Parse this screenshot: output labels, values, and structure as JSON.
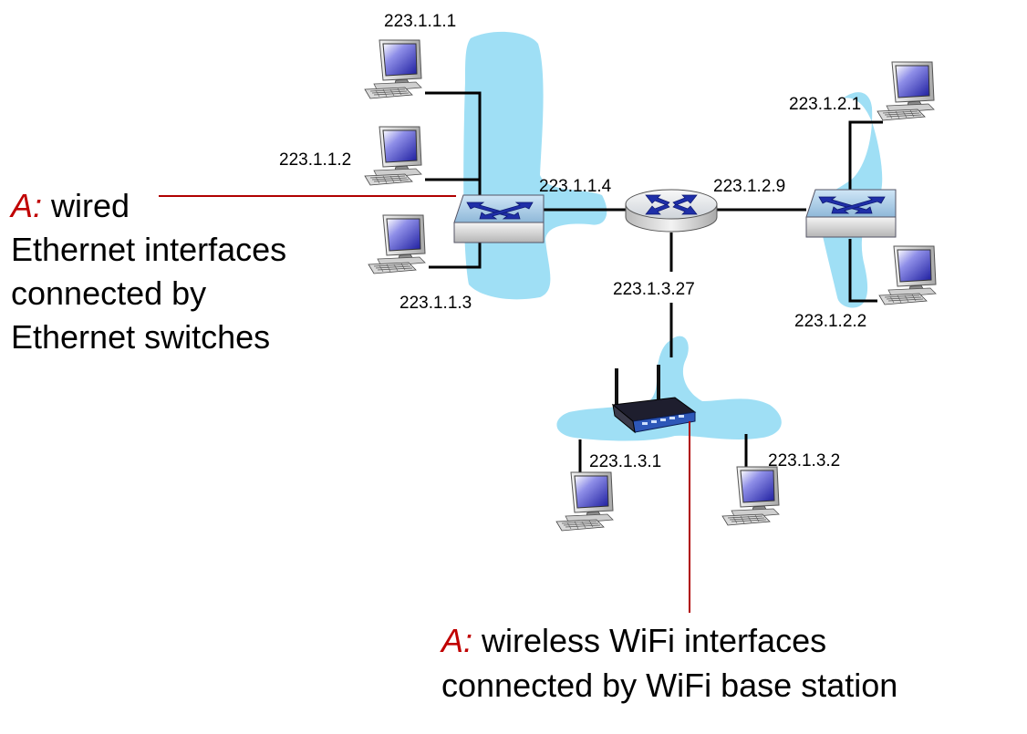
{
  "colors": {
    "subnet_blob": "#9fdff5",
    "callout_line": "#b00000",
    "callout_A": "#c00000",
    "link": "#000000",
    "switch_arrow": "#1f2fa8"
  },
  "icons": [
    "computer-icon",
    "switch-icon",
    "router-icon",
    "wifi-base-station-icon"
  ],
  "labels": {
    "h111": "223.1.1.1",
    "h112": "223.1.1.2",
    "h113": "223.1.1.3",
    "r114": "223.1.1.4",
    "r129": "223.1.2.9",
    "r1327": "223.1.3.27",
    "h121": "223.1.2.1",
    "h122": "223.1.2.2",
    "h131": "223.1.3.1",
    "h132": "223.1.3.2"
  },
  "callouts": {
    "wired": {
      "prefix": "A:",
      "lines": [
        "wired",
        "Ethernet interfaces",
        "connected by",
        "Ethernet switches"
      ]
    },
    "wireless": {
      "prefix": "A:",
      "lines": [
        "wireless WiFi interfaces",
        "connected by WiFi base station"
      ]
    }
  }
}
